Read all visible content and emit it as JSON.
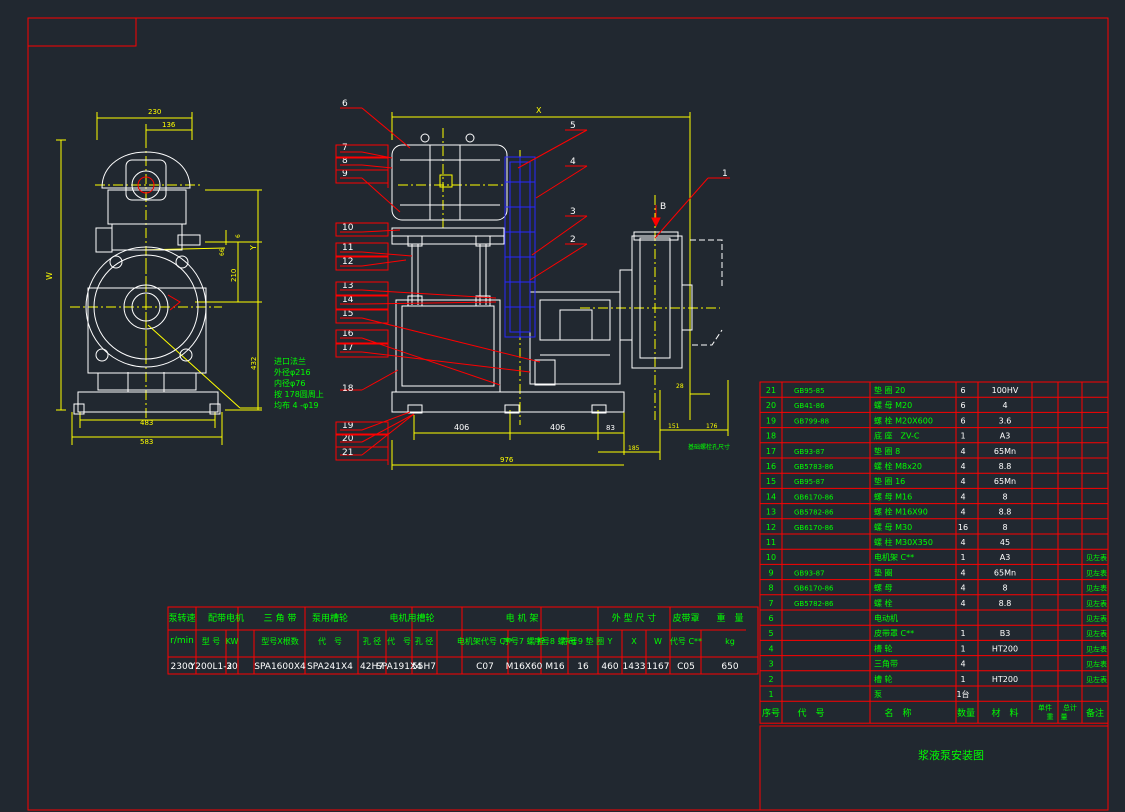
{
  "title": "浆液泵安装图",
  "colors": {
    "background": "#212830",
    "frame": "#ff0000",
    "text": "#00ff00",
    "geometry": "#ffffff",
    "dimension": "#ffff00",
    "center_line": "#ffff00",
    "belt": "#2828ff"
  },
  "leaders": [
    "1",
    "2",
    "3",
    "4",
    "5",
    "6",
    "7",
    "8",
    "9",
    "10",
    "11",
    "12",
    "13",
    "14",
    "15",
    "16",
    "17",
    "18",
    "19",
    "20",
    "21"
  ],
  "left_view": {
    "dims_top": [
      "230",
      "136"
    ],
    "dims_bottom": [
      "483",
      "583"
    ],
    "dims_side": [
      "W",
      "Y",
      "210",
      "432",
      "66",
      "6"
    ],
    "note": [
      "进口法兰",
      "外径φ216",
      "内径φ76",
      "按 178圆周上",
      "均布 4 -φ19"
    ]
  },
  "front_view": {
    "dim_top": "X",
    "dims_bottom": [
      "406",
      "406",
      "83",
      "185",
      "976",
      "151",
      "176"
    ],
    "dims_side": [
      "28"
    ],
    "section_label": "B",
    "base_note": "基础螺栓孔尺寸"
  },
  "parts_table": {
    "header": [
      "序号",
      "代　号",
      "名　称",
      "数量",
      "材　料",
      "单件",
      "总计",
      "备注"
    ],
    "header_weight": "重　量",
    "rows": [
      [
        "21",
        "GB95-85",
        "垫 圈 20",
        "6",
        "100HV",
        "",
        ""
      ],
      [
        "20",
        "GB41-86",
        "螺 母 M20",
        "6",
        "4",
        "",
        ""
      ],
      [
        "19",
        "GB799-88",
        "螺 栓 M20X600",
        "6",
        "3.6",
        "",
        ""
      ],
      [
        "18",
        "",
        "底 座　ZV-C",
        "1",
        "A3",
        "",
        ""
      ],
      [
        "17",
        "GB93-87",
        "垫 圈 8",
        "4",
        "65Mn",
        "",
        ""
      ],
      [
        "16",
        "GB5783-86",
        "螺 栓 M8x20",
        "4",
        "8.8",
        "",
        ""
      ],
      [
        "15",
        "GB95-87",
        "垫 圈 16",
        "4",
        "65Mn",
        "",
        ""
      ],
      [
        "14",
        "GB6170-86",
        "螺 母 M16",
        "4",
        "8",
        "",
        ""
      ],
      [
        "13",
        "GB5782-86",
        "螺 栓 M16X90",
        "4",
        "8.8",
        "",
        ""
      ],
      [
        "12",
        "GB6170-86",
        "螺 母 M30",
        "16",
        "8",
        "",
        ""
      ],
      [
        "11",
        "",
        "螺 柱 M30X350",
        "4",
        "45",
        "",
        ""
      ],
      [
        "10",
        "",
        "电机架 C**",
        "1",
        "A3",
        "",
        "见左表"
      ],
      [
        "9",
        "GB93-87",
        "垫 圈",
        "4",
        "65Mn",
        "",
        "见左表"
      ],
      [
        "8",
        "GB6170-86",
        "螺 母",
        "4",
        "8",
        "",
        "见左表"
      ],
      [
        "7",
        "GB5782-86",
        "螺 栓",
        "4",
        "8.8",
        "",
        "见左表"
      ],
      [
        "6",
        "",
        "电动机",
        "",
        "",
        "",
        "见左表"
      ],
      [
        "5",
        "",
        "皮带罩 C**",
        "1",
        "B3",
        "",
        "见左表"
      ],
      [
        "4",
        "",
        "槽 轮",
        "1",
        "HT200",
        "",
        "见左表"
      ],
      [
        "3",
        "",
        "三角带",
        "4",
        "",
        "",
        "见左表"
      ],
      [
        "2",
        "",
        "槽 轮",
        "1",
        "HT200",
        "",
        "见左表"
      ],
      [
        "1",
        "",
        "泵",
        "1台",
        "",
        "",
        ""
      ]
    ]
  },
  "motor_table": {
    "h1": [
      "泵转速",
      "配带电机",
      "三 角 带",
      "泵用槽轮",
      "电机用槽轮",
      "电 机 架",
      "外 型 尺 寸",
      "皮带罩",
      "重　量"
    ],
    "unit": "r/min",
    "h2": [
      "型 号",
      "KW",
      "型号X根数",
      "代　号",
      "孔 径",
      "代　号",
      "孔 径",
      "电机架代号 C**",
      "序号7 螺 栓",
      "序号8 螺 母",
      "序号9 垫 圈",
      "Y",
      "X",
      "W",
      "代号 C**",
      "kg"
    ],
    "row": [
      "2300",
      "Y200L1-2",
      "30",
      "SPA1600X4",
      "SPA241X4",
      "42H7",
      "SPA191X4",
      "55H7",
      "C07",
      "M16X60",
      "M16",
      "16",
      "460",
      "1433",
      "1167",
      "C05",
      "650"
    ]
  }
}
